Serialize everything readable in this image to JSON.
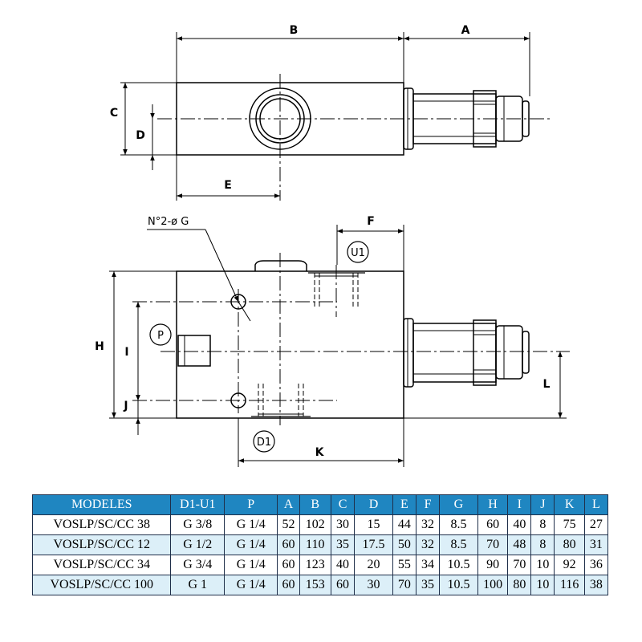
{
  "drawing": {
    "dims": {
      "a": "A",
      "b": "B",
      "c": "C",
      "d": "D",
      "e": "E",
      "f": "F",
      "h": "H",
      "i": "I",
      "j": "J",
      "k": "K",
      "l": "L"
    },
    "callout": "N°2-ø G",
    "ports": {
      "u1": "U1",
      "p": "P",
      "d1": "D1"
    }
  },
  "table": {
    "headers": [
      "MODELES",
      "D1-U1",
      "P",
      "A",
      "B",
      "C",
      "D",
      "E",
      "F",
      "G",
      "H",
      "I",
      "J",
      "K",
      "L"
    ],
    "rows": [
      [
        "VOSLP/SC/CC 38",
        "G 3/8",
        "G 1/4",
        "52",
        "102",
        "30",
        "15",
        "44",
        "32",
        "8.5",
        "60",
        "40",
        "8",
        "75",
        "27"
      ],
      [
        "VOSLP/SC/CC 12",
        "G 1/2",
        "G 1/4",
        "60",
        "110",
        "35",
        "17.5",
        "50",
        "32",
        "8.5",
        "70",
        "48",
        "8",
        "80",
        "31"
      ],
      [
        "VOSLP/SC/CC 34",
        "G 3/4",
        "G 1/4",
        "60",
        "123",
        "40",
        "20",
        "55",
        "34",
        "10.5",
        "90",
        "70",
        "10",
        "92",
        "36"
      ],
      [
        "VOSLP/SC/CC 100",
        "G 1",
        "G 1/4",
        "60",
        "153",
        "60",
        "30",
        "70",
        "35",
        "10.5",
        "100",
        "80",
        "10",
        "116",
        "38"
      ]
    ]
  },
  "colors": {
    "header_bg": "#1f86c1",
    "header_text": "#ffffff",
    "alt_row_bg": "#dceff8",
    "border": "#1f2f4a"
  }
}
